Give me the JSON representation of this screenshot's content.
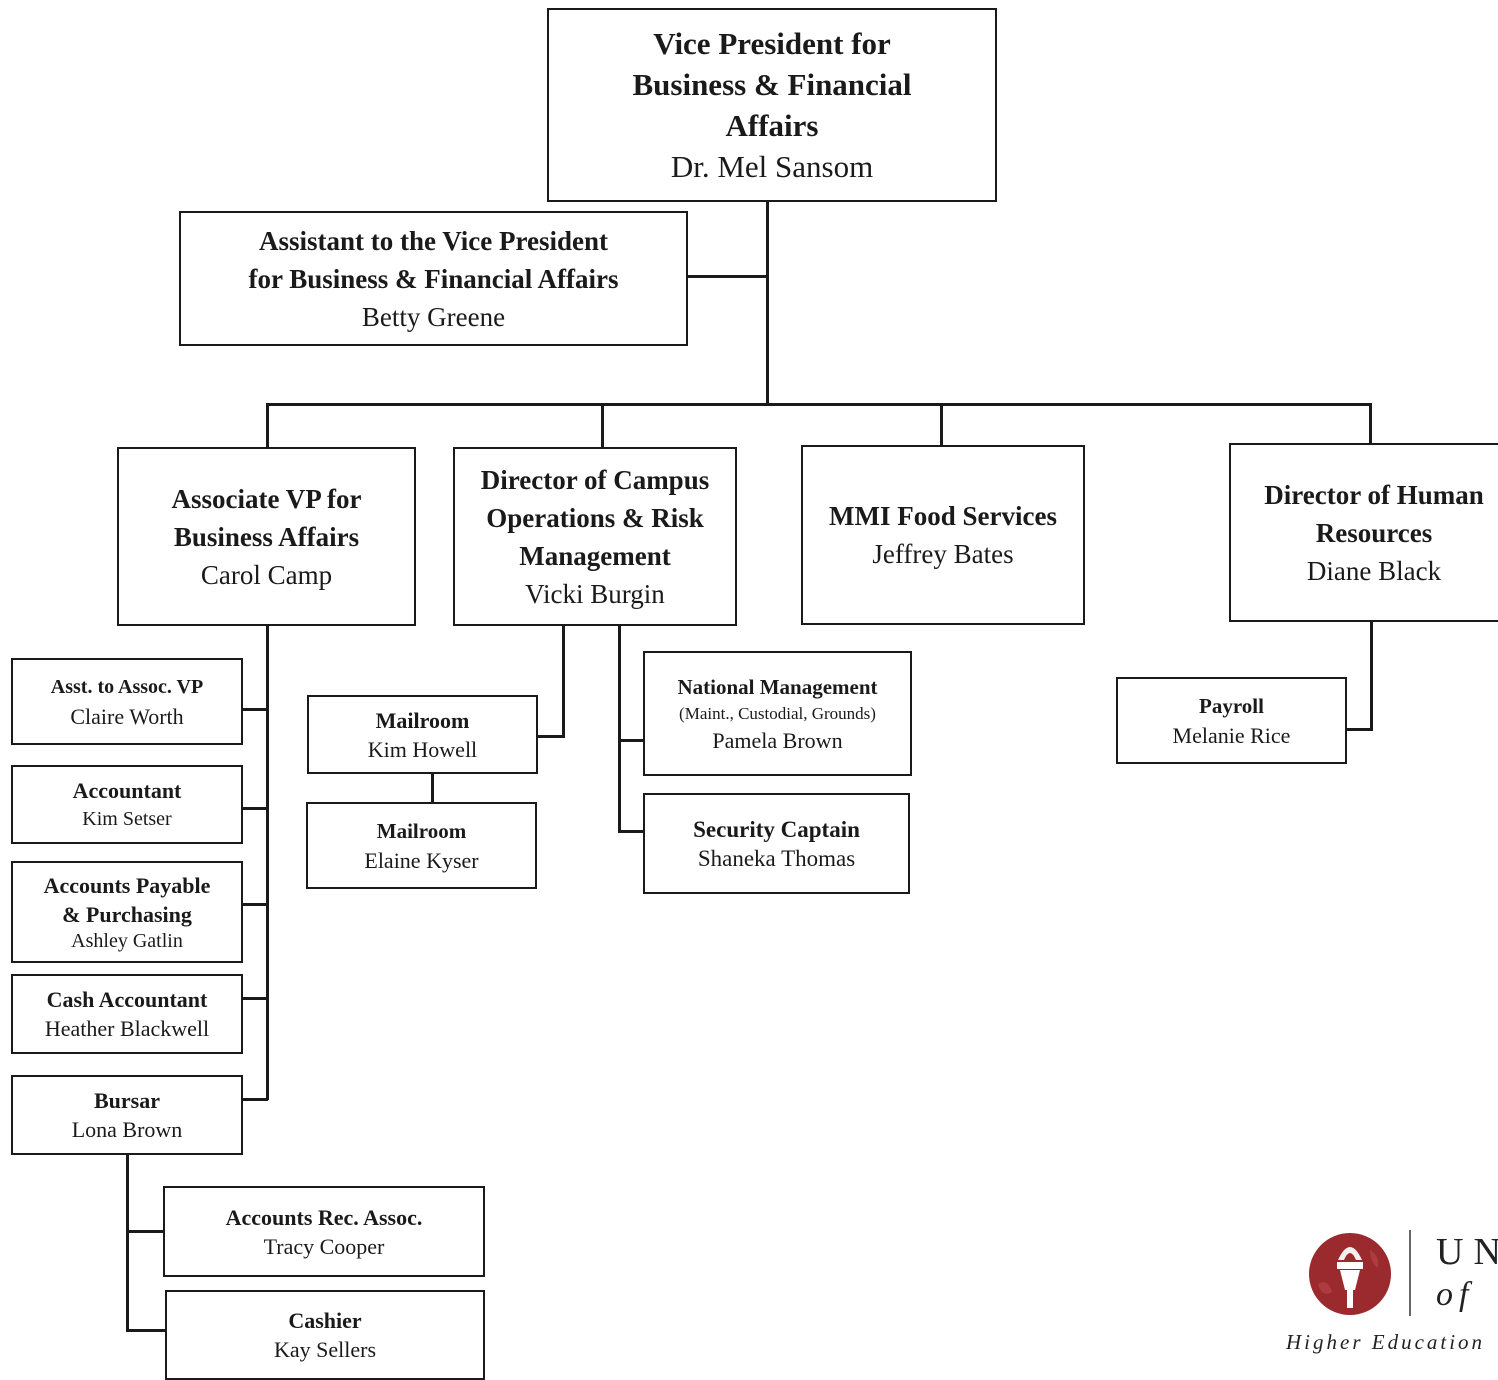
{
  "vp": {
    "title": [
      "Vice President for",
      "Business & Financial",
      "Affairs"
    ],
    "name": "Dr. Mel Sansom"
  },
  "assistant_vp": {
    "title": [
      "Assistant to the Vice President",
      "for Business & Financial Affairs"
    ],
    "name": "Betty Greene"
  },
  "assoc_vp": {
    "title": [
      "Associate VP for",
      "Business Affairs"
    ],
    "name": "Carol Camp"
  },
  "campus_ops": {
    "title": [
      "Director of Campus",
      "Operations & Risk",
      "Management"
    ],
    "name": "Vicki Burgin"
  },
  "food": {
    "title": [
      "MMI Food Services"
    ],
    "name": "Jeffrey Bates"
  },
  "hr": {
    "title": [
      "Director of Human",
      "Resources"
    ],
    "name": "Diane Black"
  },
  "asst_assoc": {
    "title": "Asst. to Assoc. VP",
    "name": "Claire Worth"
  },
  "accountant": {
    "title": "Accountant",
    "name": "Kim Setser"
  },
  "ap": {
    "title": [
      "Accounts Payable",
      "& Purchasing"
    ],
    "name": "Ashley Gatlin"
  },
  "cash_acct": {
    "title": "Cash Accountant",
    "name": "Heather Blackwell"
  },
  "bursar": {
    "title": "Bursar",
    "name": "Lona Brown"
  },
  "ar": {
    "title": "Accounts Rec. Assoc.",
    "name": "Tracy Cooper"
  },
  "cashier": {
    "title": "Cashier",
    "name": "Kay Sellers"
  },
  "mailroom1": {
    "title": "Mailroom",
    "name": "Kim Howell"
  },
  "mailroom2": {
    "title": "Mailroom",
    "name": "Elaine Kyser"
  },
  "natl": {
    "title": "National Management",
    "note": "(Maint., Custodial, Grounds)",
    "name": "Pamela Brown"
  },
  "security": {
    "title": "Security Captain",
    "name": "Shaneka Thomas"
  },
  "payroll": {
    "title": "Payroll",
    "name": "Melanie Rice"
  },
  "logo": {
    "line1": "UN",
    "line2": "of",
    "tagline": "Higher Education",
    "color": "#9b2a2f"
  }
}
